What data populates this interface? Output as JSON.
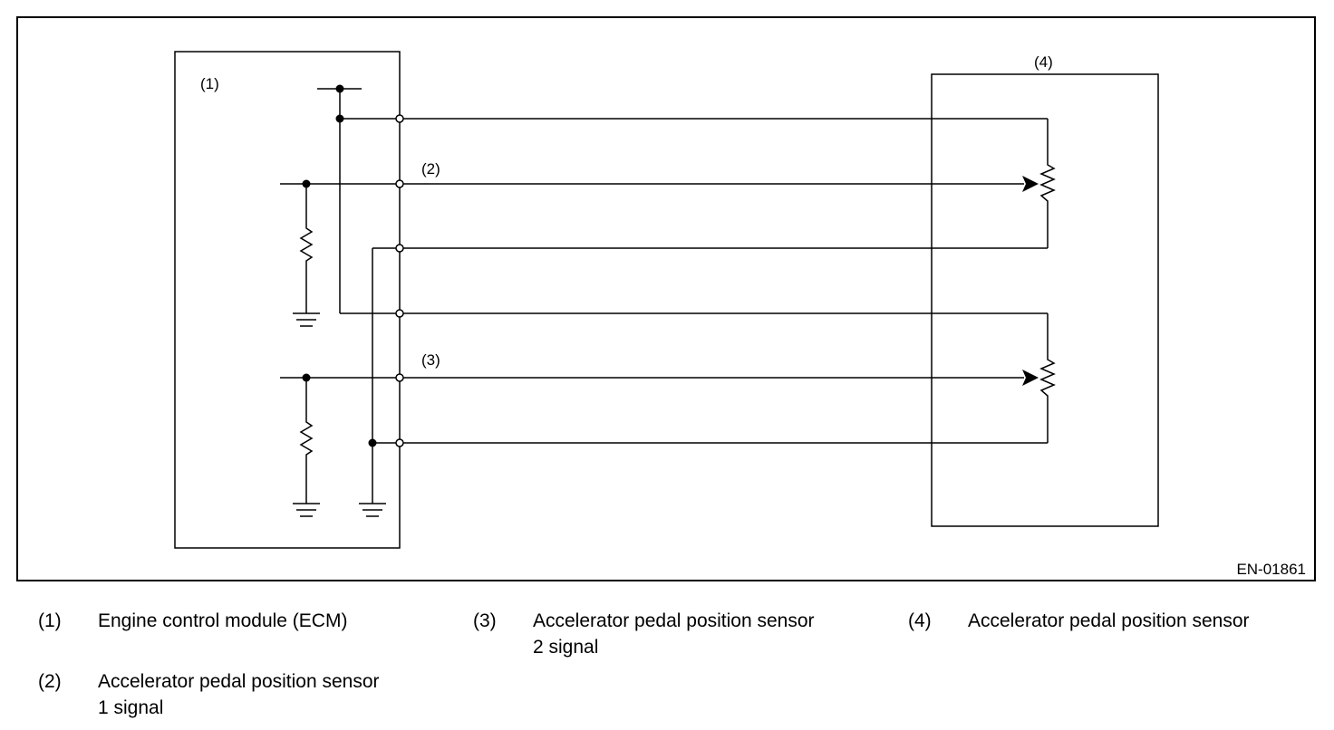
{
  "diagram": {
    "code": "EN-01861",
    "labels": {
      "ecm": "(1)",
      "signal1": "(2)",
      "signal2": "(3)",
      "sensor": "(4)"
    }
  },
  "legend": [
    {
      "num": "(1)",
      "lines": [
        "Engine control module (ECM)"
      ]
    },
    {
      "num": "(2)",
      "lines": [
        "Accelerator pedal position sensor",
        "1 signal"
      ]
    },
    {
      "num": "(3)",
      "lines": [
        "Accelerator pedal position sensor",
        "2 signal"
      ]
    },
    {
      "num": "(4)",
      "lines": [
        "Accelerator pedal position sensor"
      ]
    }
  ]
}
